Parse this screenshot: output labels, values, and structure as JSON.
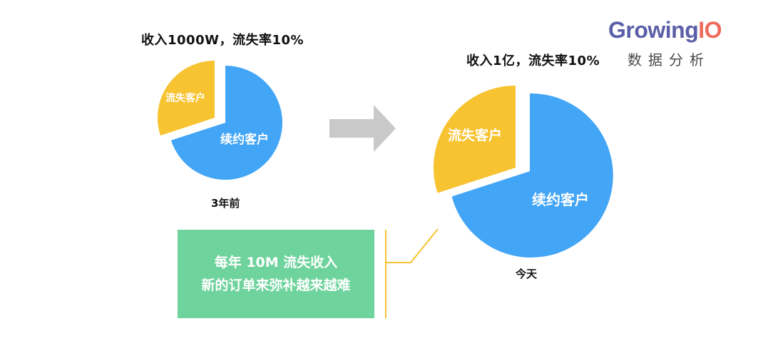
{
  "logo": {
    "part1": "Growing",
    "part2": "IO",
    "subtitle": "数据分析",
    "colors": {
      "growing": "#5b5fa8",
      "io": "#ee6b5b",
      "subtitle": "#4a4a4a"
    }
  },
  "left_pie": {
    "title": "收入1000W，流失率10%",
    "caption": "3年前",
    "lost_label": "流失客户",
    "renewed_label": "续约客户"
  },
  "right_pie": {
    "title": "收入1亿，流失率10%",
    "caption": "今天",
    "lost_label": "流失客户",
    "renewed_label": "续约客户"
  },
  "callout": {
    "line1": "每年 10M 流失收入",
    "line2": "新的订单来弥补越来越难"
  },
  "colors": {
    "renewed": "#42a5f5",
    "lost": "#f7c331",
    "callout_bg": "#6ed39c",
    "arrow": "#c9c9c9",
    "bracket": "#f7c331"
  }
}
